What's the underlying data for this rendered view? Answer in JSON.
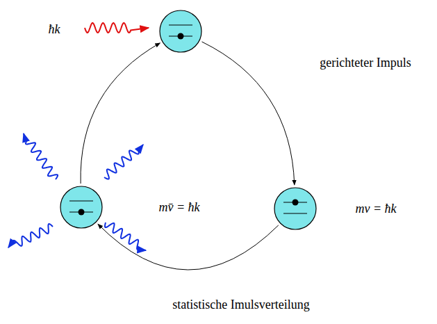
{
  "diagram": {
    "nodes": [
      {
        "text": [
          "ħk"
        ]
      },
      {
        "text": [
          "mv = ħk"
        ]
      },
      {
        "text": [
          "mv̄ = ħk"
        ]
      }
    ],
    "edges": [
      {
        "from": 0,
        "to": 1,
        "arrow": "to",
        "label": "gerichteter Impuls"
      },
      {
        "from": 1,
        "to": 2,
        "arrow": "to",
        "label": "statistische Imulsverteilung"
      },
      {
        "from": 2,
        "to": 0,
        "arrow": "to"
      }
    ]
  }
}
